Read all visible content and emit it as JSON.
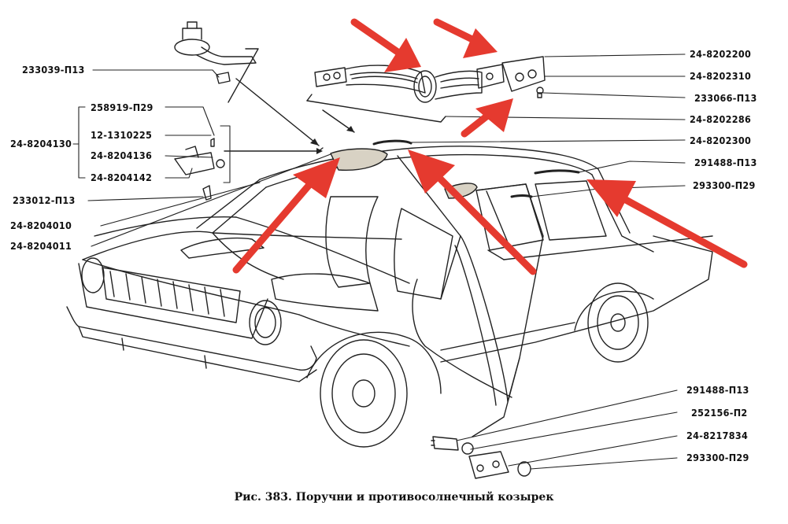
{
  "caption": "Рис. 383. Поручни и противосолнечный козырек",
  "colors": {
    "line": "#222222",
    "arrow": "#e53a2f",
    "fill": "#d8d2c4"
  },
  "labels_left": [
    "233039-П13",
    "258919-П29",
    "12-1310225",
    "24-8204136",
    "24-8204142",
    "24-8204130",
    "233012-П13",
    "24-8204010",
    "24-8204011"
  ],
  "labels_right": [
    "24-8202200",
    "24-8202310",
    "233066-П13",
    "24-8202286",
    "24-8202300",
    "291488-П13",
    "293300-П29"
  ],
  "labels_bottom": [
    "291488-П13",
    "252156-П2",
    "24-8217834",
    "293300-П29"
  ],
  "icons": [
    "arrow-icon"
  ]
}
